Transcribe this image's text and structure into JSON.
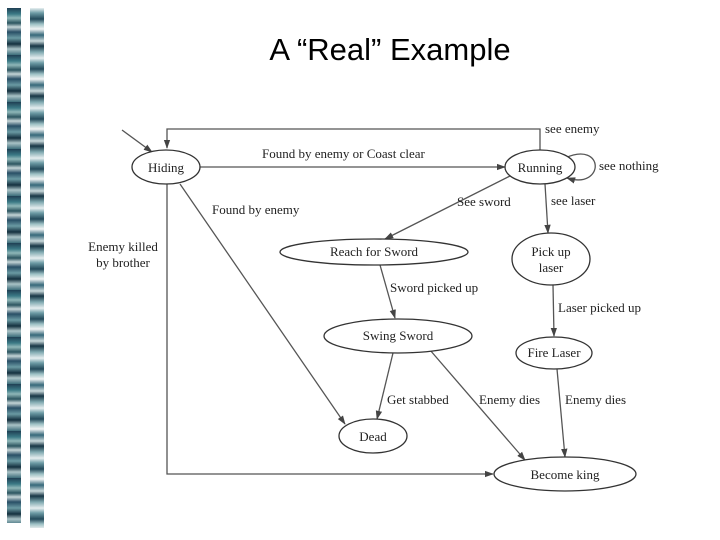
{
  "slide": {
    "title": "A “Real” Example"
  },
  "diagram": {
    "states": {
      "hiding": "Hiding",
      "running": "Running",
      "reach_sword": "Reach for Sword",
      "pick_up_laser_1": "Pick up",
      "pick_up_laser_2": "laser",
      "swing_sword": "Swing Sword",
      "fire_laser": "Fire Laser",
      "dead": "Dead",
      "become_king": "Become king"
    },
    "transitions": {
      "see_enemy": "see enemy",
      "found_or_coast": "Found by enemy or Coast clear",
      "see_nothing": "see nothing",
      "found_by_enemy": "Found by enemy",
      "see_sword": "See sword",
      "see_laser": "see laser",
      "enemy_killed_1": "Enemy killed",
      "enemy_killed_2": "by brother",
      "sword_picked_up": "Sword picked up",
      "laser_picked_up": "Laser picked up",
      "get_stabbed": "Get stabbed",
      "enemy_dies_sword": "Enemy dies",
      "enemy_dies_laser": "Enemy dies"
    }
  }
}
